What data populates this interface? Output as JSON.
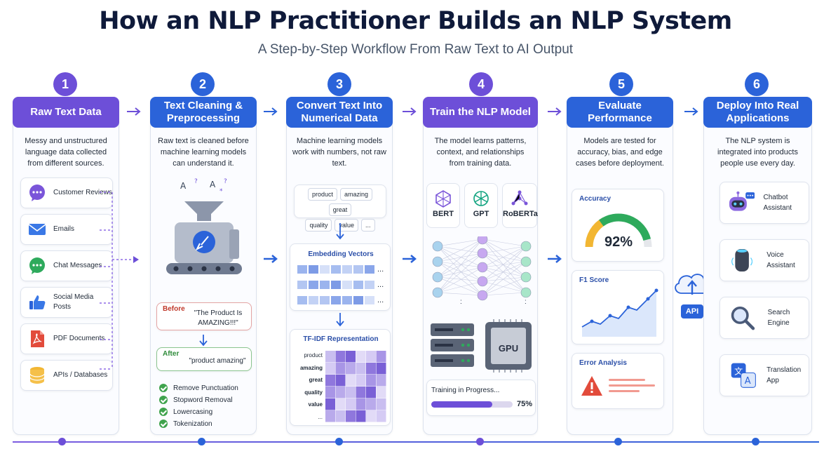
{
  "title": "How an NLP Practitioner Builds an NLP System",
  "subtitle": "A Step-by-Step Workflow From Raw Text to AI Output",
  "steps": [
    {
      "num": "1",
      "heading": "Raw Text Data",
      "desc": "Messy and unstructured language data collected from different sources."
    },
    {
      "num": "2",
      "heading": "Text Cleaning & Preprocessing",
      "desc": "Raw text is cleaned before machine learning models can understand it."
    },
    {
      "num": "3",
      "heading": "Convert Text Into Numerical Data",
      "desc": "Machine learning models work with numbers, not raw text."
    },
    {
      "num": "4",
      "heading": "Train the NLP Model",
      "desc": "The model learns patterns, context, and relationships from training data."
    },
    {
      "num": "5",
      "heading": "Evaluate Performance",
      "desc": "Models are tested for accuracy, bias, and edge cases before deployment."
    },
    {
      "num": "6",
      "heading": "Deploy Into Real Applications",
      "desc": "The NLP system is integrated into products people use every day."
    }
  ],
  "sources": [
    {
      "label": "Customer Reviews",
      "icon": "speech-bubble-icon"
    },
    {
      "label": "Emails",
      "icon": "envelope-icon"
    },
    {
      "label": "Chat Messages",
      "icon": "chat-icon"
    },
    {
      "label": "Social Media Posts",
      "icon": "thumbs-up-icon"
    },
    {
      "label": "PDF Documents",
      "icon": "pdf-icon"
    },
    {
      "label": "APIs / Databases",
      "icon": "database-icon"
    }
  ],
  "cleaning": {
    "before_label": "Before",
    "before_text": "\"The Product Is AMAZING!!!\"",
    "after_label": "After",
    "after_text": "\"product amazing\"",
    "checks": [
      "Remove Punctuation",
      "Stopword Removal",
      "Lowercasing",
      "Tokenization"
    ]
  },
  "numeric": {
    "tokens": [
      "product",
      "amazing",
      "great",
      "quality",
      "value",
      "..."
    ],
    "embedding_title": "Embedding Vectors",
    "ellipsis": "...",
    "tfidf_title": "TF-IDF Representation",
    "tfidf_rows": [
      "product",
      "amazing",
      "great",
      "quality",
      "value",
      "..."
    ]
  },
  "training": {
    "models": [
      "BERT",
      "GPT",
      "RoBERTa"
    ],
    "gpu_label": "GPU",
    "progress_label": "Training in Progress...",
    "progress_percent": 75,
    "progress_text": "75%"
  },
  "evaluation": {
    "accuracy_title": "Accuracy",
    "accuracy_value": "92%",
    "accuracy_fraction": 0.92,
    "f1_title": "F1 Score",
    "error_title": "Error Analysis"
  },
  "deploy": {
    "api_label": "API",
    "apps": [
      {
        "label": "Chatbot Assistant",
        "icon": "robot-icon"
      },
      {
        "label": "Voice Assistant",
        "icon": "smart-speaker-icon"
      },
      {
        "label": "Search Engine",
        "icon": "magnifier-icon"
      },
      {
        "label": "Translation App",
        "icon": "translate-icon"
      }
    ]
  },
  "colors": {
    "purple": "#6d4fd8",
    "blue": "#2b63d9",
    "title": "#0f1a3a"
  }
}
